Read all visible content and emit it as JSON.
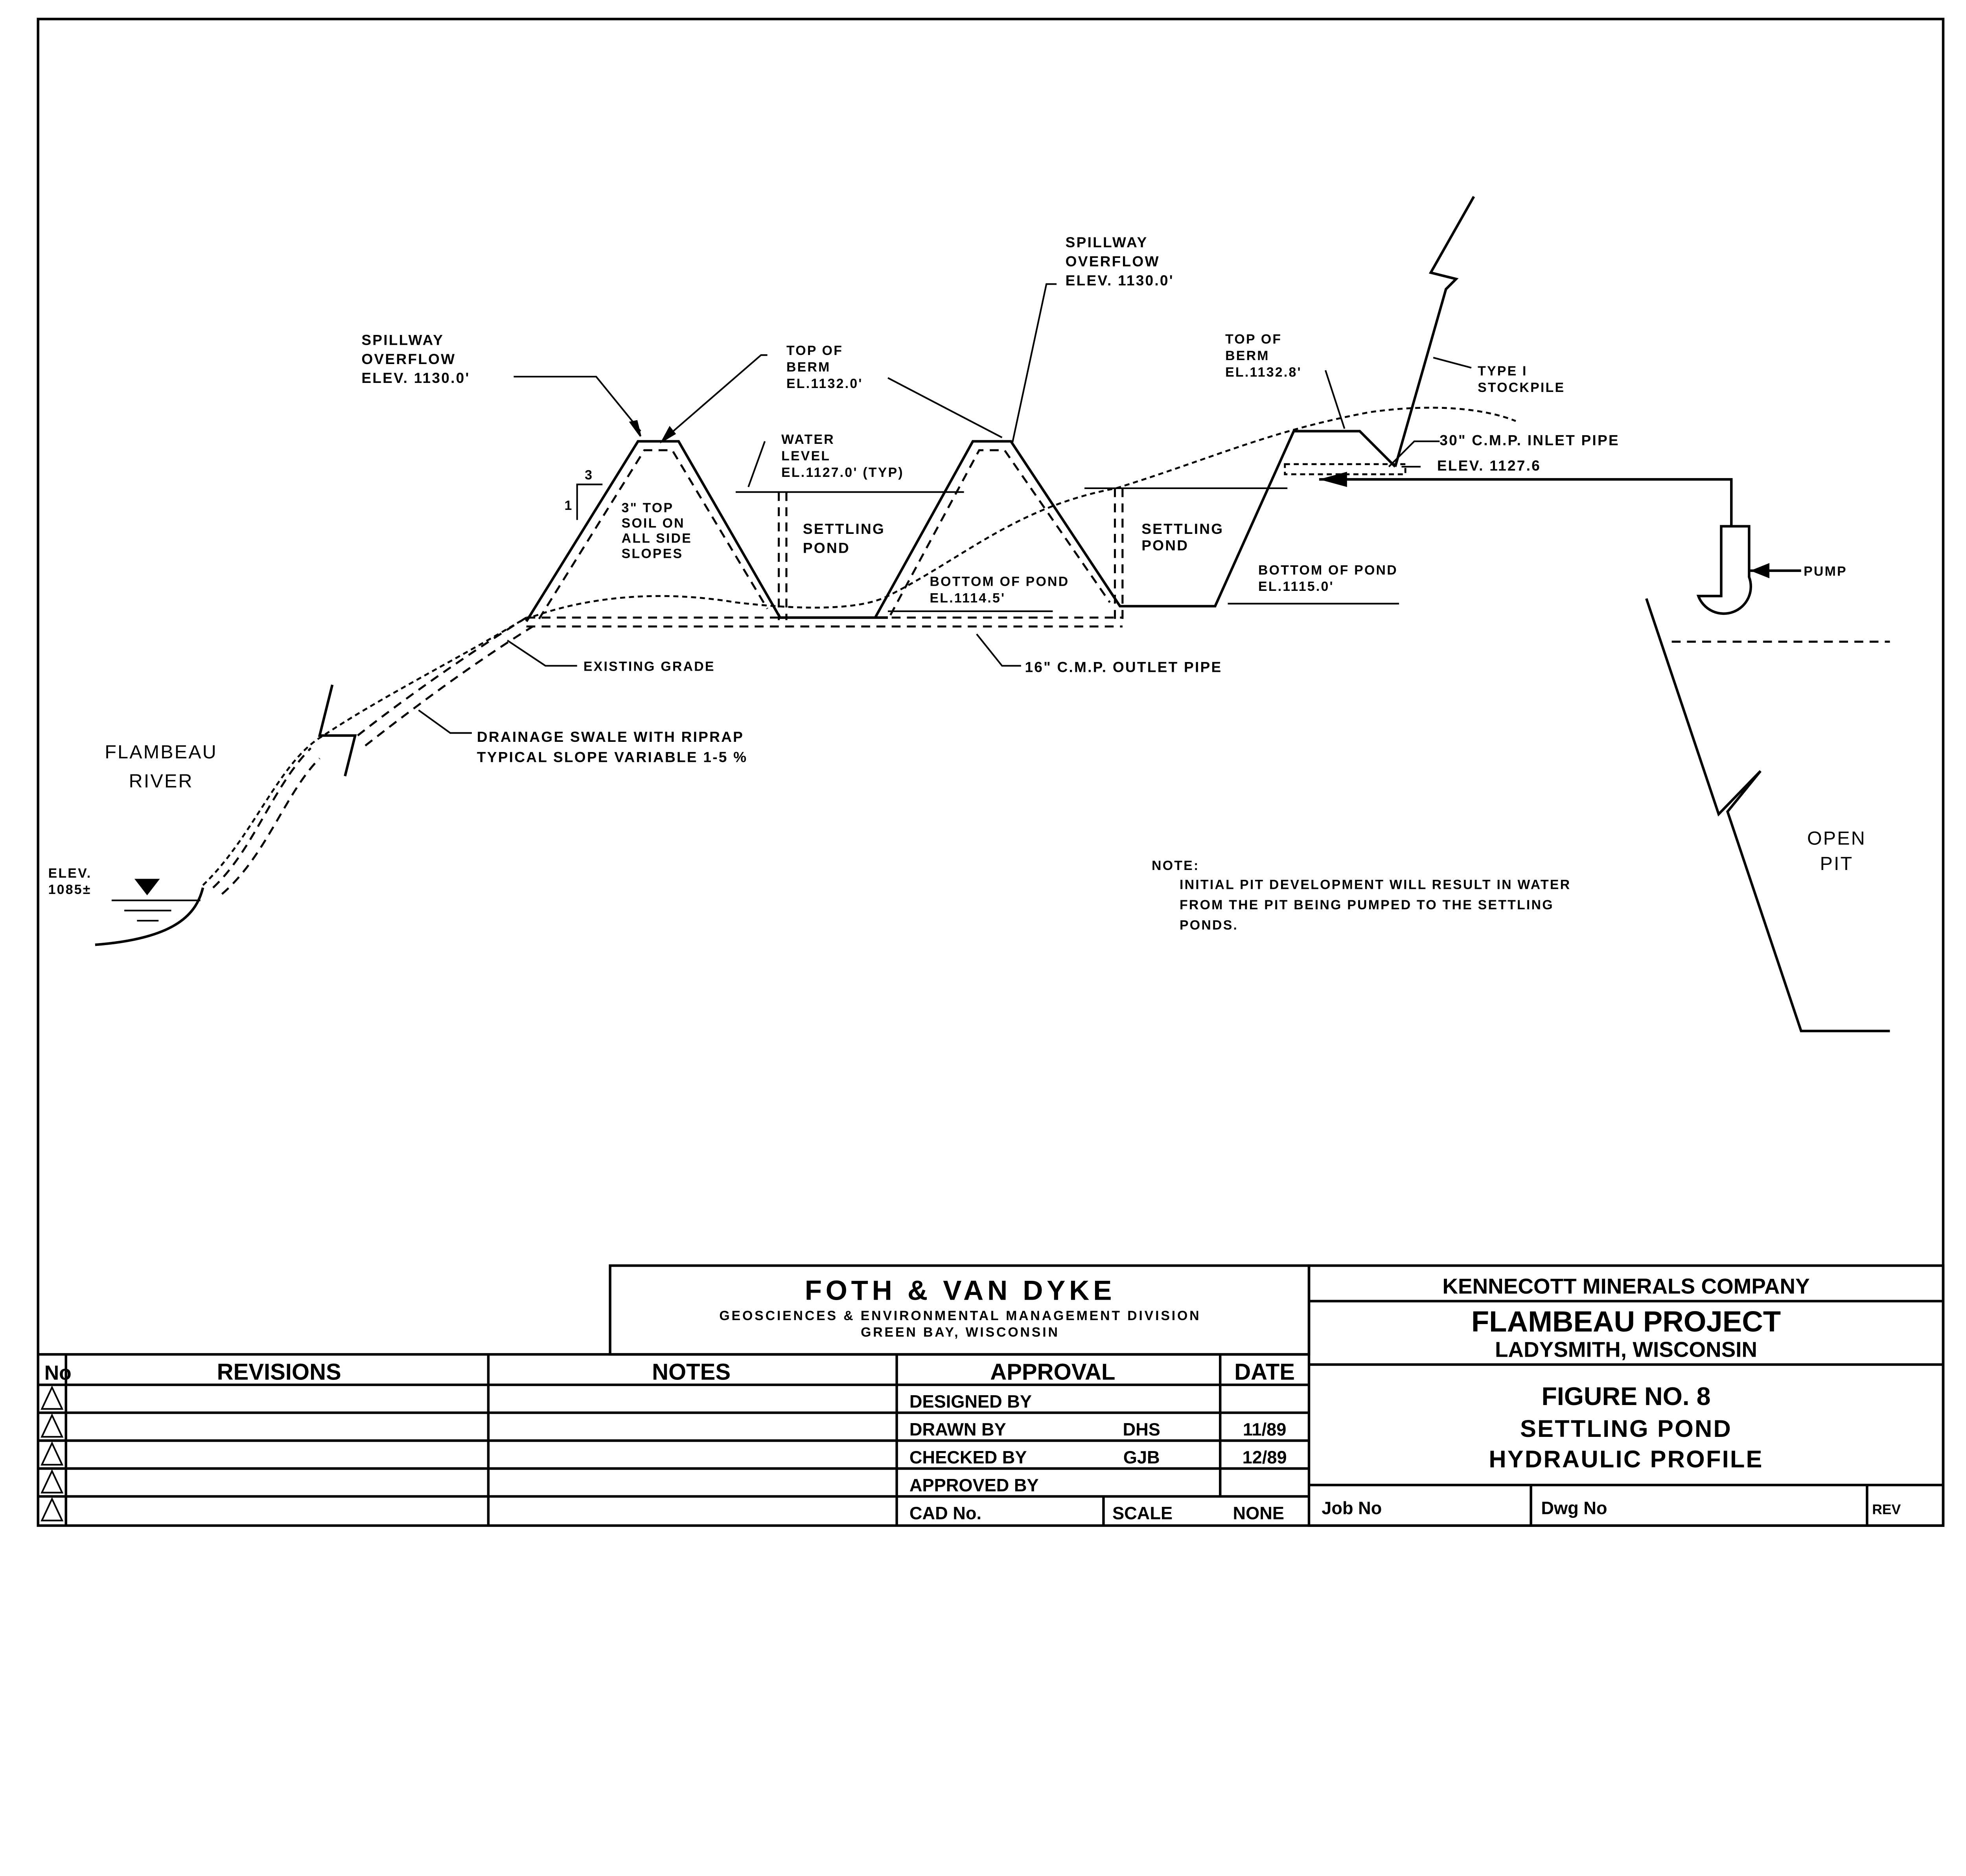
{
  "labels": {
    "spillway1": [
      "SPILLWAY",
      "OVERFLOW",
      "ELEV. 1130.0'"
    ],
    "spillway2": [
      "SPILLWAY",
      "OVERFLOW",
      "ELEV. 1130.0'"
    ],
    "top_berm1": [
      "TOP OF",
      "BERM",
      "EL.1132.0'"
    ],
    "top_berm2": [
      "TOP OF",
      "BERM",
      "EL.1132.8'"
    ],
    "stockpile": [
      "TYPE I",
      "STOCKPILE"
    ],
    "water_level": [
      "WATER",
      "LEVEL",
      "EL.1127.0' (TYP)"
    ],
    "inlet_pipe": "30\" C.M.P. INLET PIPE",
    "inlet_elev": "ELEV. 1127.6",
    "slope_3": "3",
    "slope_1": "1",
    "topsoil": [
      "3\" TOP",
      "SOIL ON",
      "ALL SIDE",
      "SLOPES"
    ],
    "pond1": [
      "SETTLING",
      "POND"
    ],
    "pond2": [
      "SETTLING",
      "POND"
    ],
    "bottom1": [
      "BOTTOM OF POND",
      "EL.1114.5'"
    ],
    "bottom2": [
      "BOTTOM OF POND",
      "EL.1115.0'"
    ],
    "pump": "PUMP",
    "existing_grade": "EXISTING GRADE",
    "outlet_pipe": "16\" C.M.P. OUTLET PIPE",
    "swale": [
      "DRAINAGE SWALE WITH RIPRAP",
      "TYPICAL SLOPE VARIABLE 1-5 %"
    ],
    "river": [
      "FLAMBEAU",
      "RIVER"
    ],
    "river_elev": [
      "ELEV.",
      "1085±"
    ],
    "open_pit": [
      "OPEN",
      "PIT"
    ],
    "note_title": "NOTE:",
    "note": [
      "INITIAL PIT DEVELOPMENT WILL RESULT IN WATER",
      "FROM THE PIT BEING PUMPED TO THE SETTLING",
      "PONDS."
    ]
  },
  "title_block": {
    "firm": "FOTH & VAN DYKE",
    "division": "GEOSCIENCES & ENVIRONMENTAL MANAGEMENT DIVISION",
    "firm_location": "GREEN BAY, WISCONSIN",
    "client": "KENNECOTT MINERALS COMPANY",
    "project": "FLAMBEAU PROJECT",
    "project_location": "LADYSMITH, WISCONSIN",
    "figure": "FIGURE NO. 8",
    "title1": "SETTLING POND",
    "title2": "HYDRAULIC PROFILE",
    "headers": {
      "no": "No",
      "revisions": "REVISIONS",
      "notes": "NOTES",
      "approval": "APPROVAL",
      "date": "DATE"
    },
    "approval_rows": [
      {
        "label": "DESIGNED BY",
        "initials": "",
        "date": ""
      },
      {
        "label": "DRAWN BY",
        "initials": "DHS",
        "date": "11/89"
      },
      {
        "label": "CHECKED BY",
        "initials": "GJB",
        "date": "12/89"
      },
      {
        "label": "APPROVED BY",
        "initials": "",
        "date": ""
      }
    ],
    "cad_label": "CAD No.",
    "scale_label": "SCALE",
    "scale_value": "NONE",
    "job_label": "Job No",
    "dwg_label": "Dwg No",
    "rev_label": "REV"
  }
}
